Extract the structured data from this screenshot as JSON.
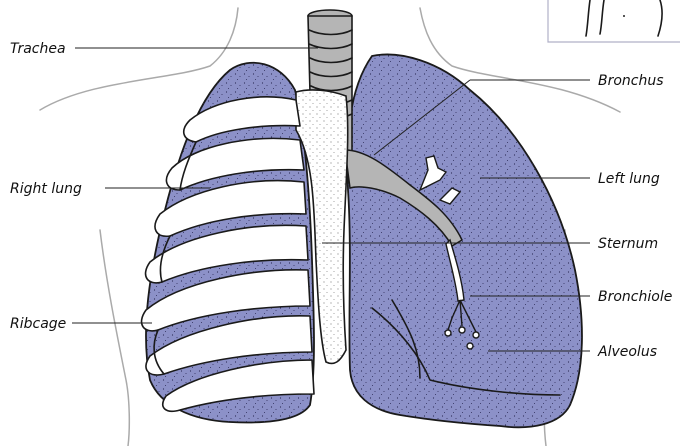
{
  "labels": {
    "trachea": "Trachea",
    "bronchus": "Bronchus",
    "right_lung": "Right lung",
    "left_lung": "Left lung",
    "sternum": "Sternum",
    "bronchiole": "Bronchiole",
    "ribcage": "Ribcage",
    "alveolus": "Alveolus"
  },
  "colors": {
    "lung_fill": "#8c91c8",
    "lung_dark": "#7b80b8",
    "stipple": "#2a2a55",
    "airway_fill": "#b5b5b5",
    "bone_fill": "#ffffff"
  }
}
